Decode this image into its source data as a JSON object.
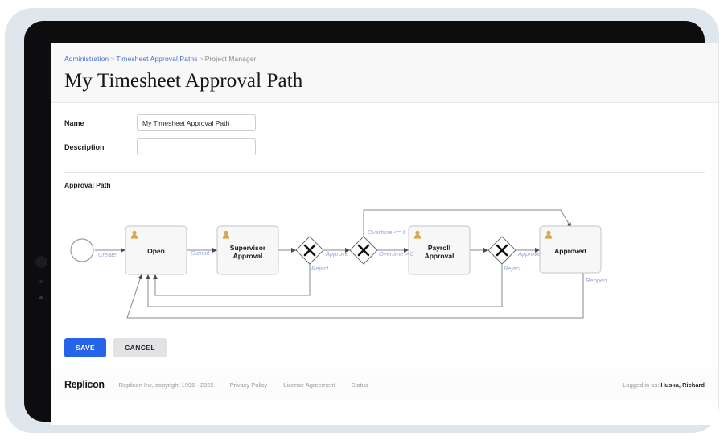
{
  "breadcrumb": {
    "items": [
      {
        "label": "Administration",
        "link": true
      },
      {
        "label": "Timesheet Approval Paths",
        "link": true
      },
      {
        "label": "Project Manager",
        "link": false
      }
    ],
    "separator": ">"
  },
  "page": {
    "title": "My Timesheet Approval Path"
  },
  "form": {
    "name_label": "Name",
    "name_value": "My Timesheet Approval Path",
    "description_label": "Description",
    "description_value": ""
  },
  "diagram": {
    "section_label": "Approval Path",
    "nodes": [
      {
        "id": "start",
        "type": "start-event",
        "label": ""
      },
      {
        "id": "open",
        "type": "task",
        "label": "Open"
      },
      {
        "id": "supervisor",
        "type": "task",
        "label": "Supervisor\nApproval",
        "line1": "Supervisor",
        "line2": "Approval"
      },
      {
        "id": "gw1",
        "type": "exclusive-gateway",
        "label": ""
      },
      {
        "id": "gw2",
        "type": "exclusive-gateway",
        "label": ""
      },
      {
        "id": "payroll",
        "type": "task",
        "label": "Payroll\nApproval",
        "line1": "Payroll",
        "line2": "Approval"
      },
      {
        "id": "gw3",
        "type": "exclusive-gateway",
        "label": ""
      },
      {
        "id": "approved",
        "type": "task",
        "label": "Approved"
      }
    ],
    "edges": [
      {
        "from": "start",
        "to": "open",
        "label": "Create"
      },
      {
        "from": "open",
        "to": "supervisor",
        "label": "Sumbit"
      },
      {
        "from": "gw1",
        "to": "gw2",
        "label": "Approve"
      },
      {
        "from": "gw1",
        "to": "open",
        "label": "Reject"
      },
      {
        "from": "gw2",
        "to": "approved",
        "label": "Overtime <= 0"
      },
      {
        "from": "gw2",
        "to": "payroll",
        "label": "Overtime > 0"
      },
      {
        "from": "gw3",
        "to": "approved",
        "label": "Approve"
      },
      {
        "from": "gw3",
        "to": "open",
        "label": "Reject"
      },
      {
        "from": "approved",
        "to": "open",
        "label": "Reopen"
      }
    ]
  },
  "actions": {
    "save_label": "SAVE",
    "cancel_label": "CANCEL"
  },
  "footer": {
    "brand": "Replicon",
    "copyright": "Replicon Inc, copyright 1996 - 2022",
    "links": [
      {
        "label": "Privacy Policy"
      },
      {
        "label": "License Agreement"
      },
      {
        "label": "Status"
      }
    ],
    "logged_in_prefix": "Logged in as:",
    "logged_in_user": "Huska, Richard"
  },
  "colors": {
    "accent": "#2563eb",
    "link": "#4a6fd4",
    "edge_label": "#93a7d6",
    "person_icon": "#d9a74a"
  }
}
